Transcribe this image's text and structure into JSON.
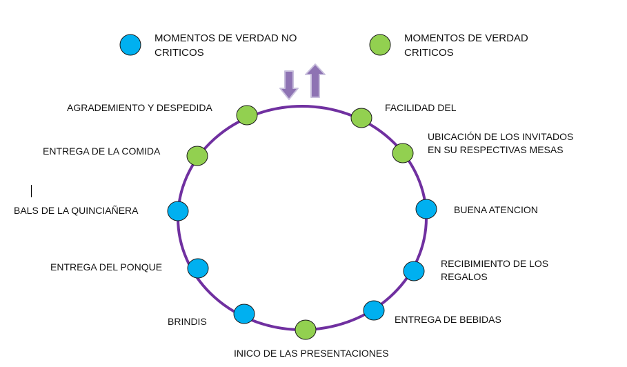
{
  "colors": {
    "ring": "#7030A0",
    "non_critical": "#00B0F0",
    "critical": "#92D050",
    "node_stroke": "#1a1a1a",
    "arrow_fill": "#8E73B3",
    "arrow_stroke": "#C9C0DD"
  },
  "legend": [
    {
      "label": "MOMENTOS DE VERDAD NO\nCRITICOS",
      "color": "#00B0F0",
      "icon": "blue-dot-icon"
    },
    {
      "label": "MOMENTOS DE VERDAD\nCRITICOS",
      "color": "#92D050",
      "icon": "green-dot-icon"
    }
  ],
  "cycle_arrows": [
    "down-arrow-icon",
    "up-arrow-icon"
  ],
  "moments": [
    {
      "label": "FACILIDAD DEL",
      "type": "critical"
    },
    {
      "label": "UBICACIÓN DE LOS INVITADOS\nEN SU RESPECTIVAS MESAS",
      "type": "critical"
    },
    {
      "label": "BUENA ATENCION",
      "type": "non_critical"
    },
    {
      "label": "RECIBIMIENTO DE LOS\nREGALOS",
      "type": "non_critical"
    },
    {
      "label": "ENTREGA DE BEBIDAS",
      "type": "non_critical"
    },
    {
      "label": "INICO DE LAS PRESENTACIONES",
      "type": "critical"
    },
    {
      "label": "BRINDIS",
      "type": "non_critical"
    },
    {
      "label": "ENTREGA DEL PONQUE",
      "type": "non_critical"
    },
    {
      "label": "BALS DE LA QUINCIAÑERA",
      "type": "non_critical"
    },
    {
      "label": "ENTREGA DE LA COMIDA",
      "type": "critical"
    },
    {
      "label": "AGRADEMIENTO Y DESPEDIDA",
      "type": "critical"
    }
  ]
}
